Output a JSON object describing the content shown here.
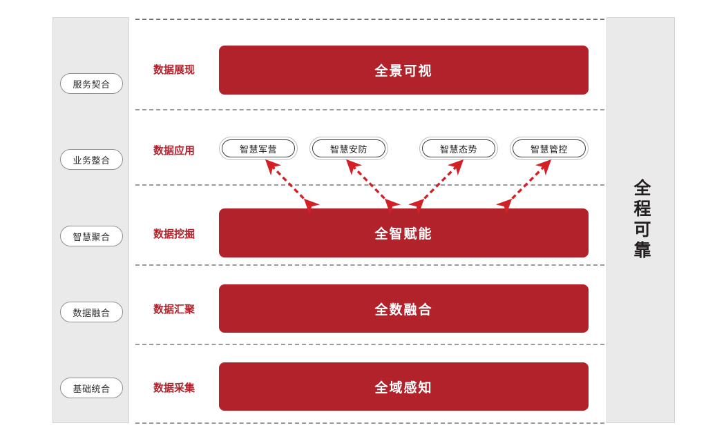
{
  "theme": {
    "accent_red": "#B2222A",
    "panel_gray": "#EAEAEA",
    "panel_border": "#D2D2D2",
    "divider_gray": "#9A9A9A",
    "text_dark": "#231F20"
  },
  "left_panel": {
    "name": "capability-stages",
    "items": [
      {
        "label": "服务契合"
      },
      {
        "label": "业务整合"
      },
      {
        "label": "智慧聚合"
      },
      {
        "label": "数据融合"
      },
      {
        "label": "基础统合"
      }
    ]
  },
  "right_panel": {
    "name": "reliability-caption",
    "label": "全程可靠"
  },
  "rows": [
    {
      "caption": "数据展现",
      "bar": {
        "label": "全景可视"
      }
    },
    {
      "caption": "数据应用",
      "pills": [
        {
          "label": "智慧军营"
        },
        {
          "label": "智慧安防"
        },
        {
          "label": "智慧态势"
        },
        {
          "label": "智慧管控"
        }
      ]
    },
    {
      "caption": "数据挖掘",
      "bar": {
        "label": "全智赋能"
      }
    },
    {
      "caption": "数据汇聚",
      "bar": {
        "label": "全数融合"
      }
    },
    {
      "caption": "数据采集",
      "bar": {
        "label": "全域感知"
      }
    }
  ],
  "connectors": {
    "name": "bidirectional-dashed-arrows",
    "style": "dashed",
    "color": "#D32027",
    "double_headed": true,
    "count": 4,
    "items": [
      {
        "from_pill": "智慧军营",
        "to_bar": "全智赋能",
        "direction": "up-left/down-right"
      },
      {
        "from_pill": "智慧安防",
        "to_bar": "全智赋能",
        "direction": "up-left/down-right"
      },
      {
        "from_pill": "智慧态势",
        "to_bar": "全智赋能",
        "direction": "up-right/down-left"
      },
      {
        "from_pill": "智慧管控",
        "to_bar": "全智赋能",
        "direction": "up-right/down-left"
      }
    ]
  }
}
